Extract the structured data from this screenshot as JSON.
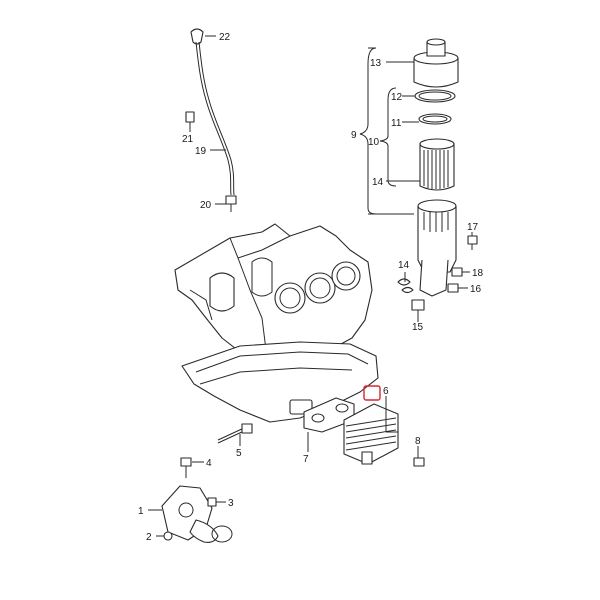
{
  "callouts": {
    "c1": "1",
    "c2": "2",
    "c3": "3",
    "c4": "4",
    "c5": "5",
    "c6": "6",
    "c7": "7",
    "c8": "8",
    "c9": "9",
    "c10": "10",
    "c11": "11",
    "c12": "12",
    "c13": "13",
    "c14a": "14",
    "c14b": "14",
    "c15": "15",
    "c16": "16",
    "c17": "17",
    "c18": "18",
    "c19": "19",
    "c20": "20",
    "c21": "21",
    "c22": "22"
  },
  "colors": {
    "line": "#2a2a2a",
    "highlight": "#d9262c",
    "background": "#ffffff"
  }
}
